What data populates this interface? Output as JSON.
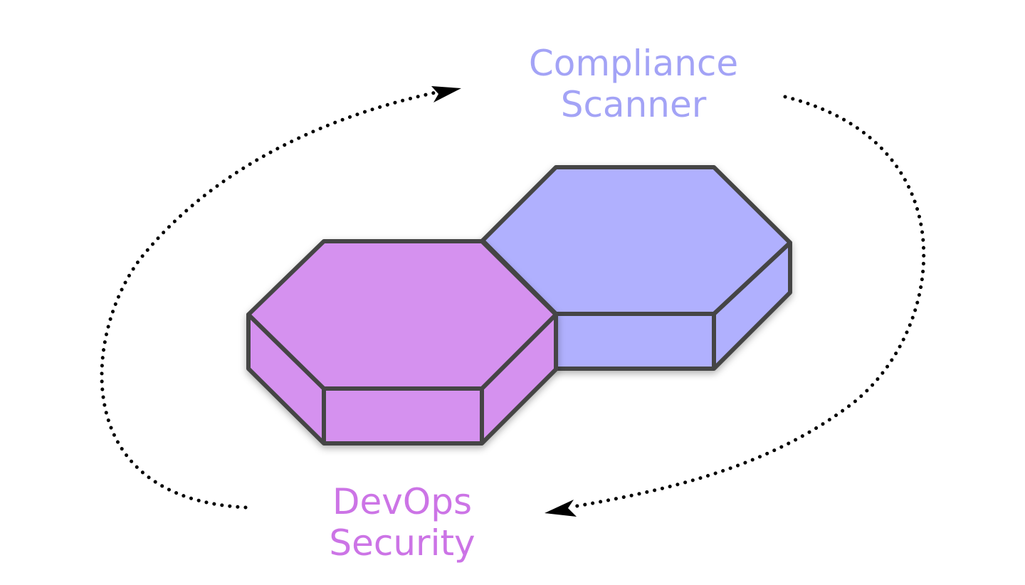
{
  "colors": {
    "compliance": "#b0b0fe",
    "devops": "#d591ef",
    "outline": "#454545",
    "arrow": "#000000",
    "compliance_text": "#a3a3f6",
    "devops_text": "#cc74e6"
  },
  "labels": {
    "compliance": {
      "line1": "Compliance",
      "line2": "Scanner"
    },
    "devops": {
      "line1": "DevOps",
      "line2": "Security"
    }
  }
}
